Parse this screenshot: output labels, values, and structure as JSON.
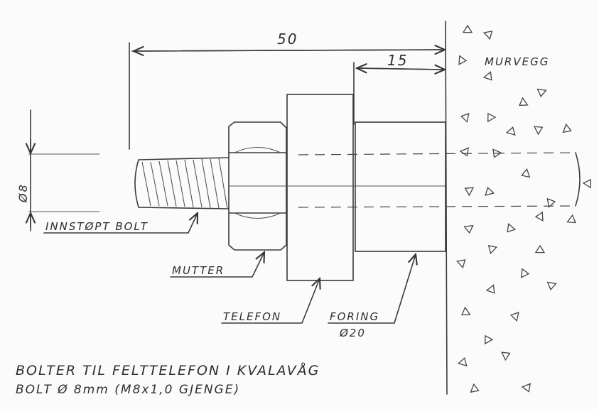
{
  "dimensions": {
    "overall": "50",
    "foring": "15",
    "bolt_diameter": "Ø8"
  },
  "labels": {
    "wall": "MURVEGG",
    "bolt": "INNSTØPT BOLT",
    "nut": "MUTTER",
    "phone": "TELEFON",
    "sleeve": "FORING",
    "sleeve_diameter": "Ø20"
  },
  "title": {
    "line1": "BOLTER TIL FELTTELEFON I KVALAVÅG",
    "line2": "BOLT Ø 8mm (M8x1,0 GJENGE)"
  }
}
